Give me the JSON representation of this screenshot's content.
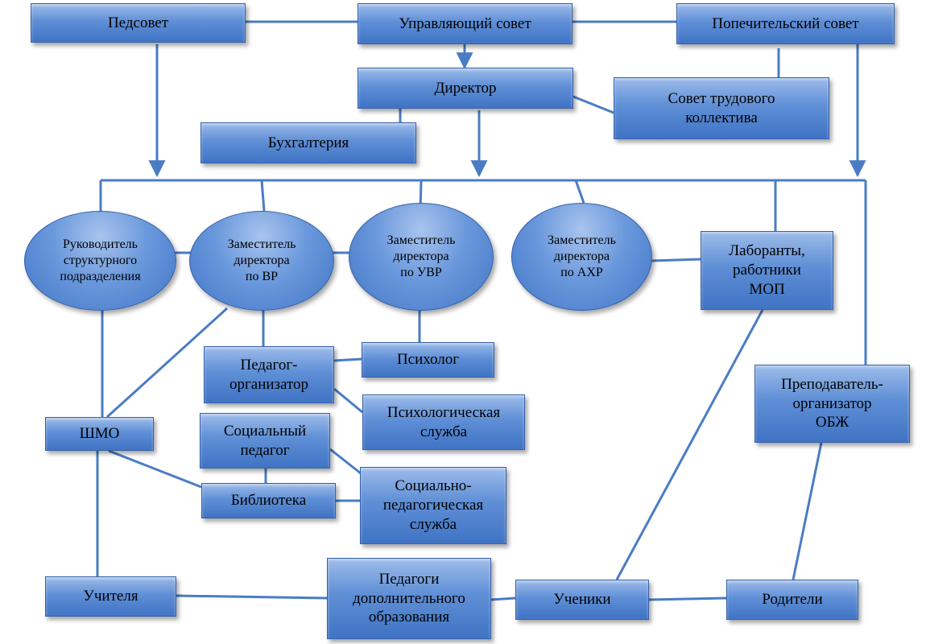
{
  "nodes": {
    "pedsovet": "Педсовет",
    "upravlyayushchiy_sovet": "Управляющий совет",
    "popechitelskiy_sovet": "Попечительский совет",
    "direktor": "Директор",
    "sovet_trudovogo_kollektiva": "Совет трудового\nколлектива",
    "bukhgalteriya": "Бухгалтерия",
    "rukovoditel_strukturnogo": "Руководитель\nструктурного\nподразделения",
    "zam_vr": "Заместитель\nдиректора\nпо ВР",
    "zam_uvr": "Заместитель\nдиректора\nпо УВР",
    "zam_akhr": "Заместитель\nдиректора\nпо АХР",
    "laboranty_mop": "Лаборанты,\nработники\nМОП",
    "psikholog": "Психолог",
    "pedagog_organizator": "Педагог-\nорганизатор",
    "psikhologicheskaya_sluzhba": "Психологическая\nслужба",
    "shmo": "ШМО",
    "sotsialnyy_pedagog": "Социальный\nпедагог",
    "biblioteka": "Библиотека",
    "sotsialno_pedagogicheskaya_sluzhba": "Социально-\nпедагогическая\nслужба",
    "prepodavatel_obzh": "Преподаватель-\nорганизатор\nОБЖ",
    "uchitelya": "Учителя",
    "pedagogi_dop_obrazovaniya": "Педагоги\nдополнительного\nобразования",
    "ucheniki": "Ученики",
    "roditeli": "Родители"
  },
  "colors": {
    "box_fill": "#5f8fd6",
    "line": "#4a7cc4"
  }
}
